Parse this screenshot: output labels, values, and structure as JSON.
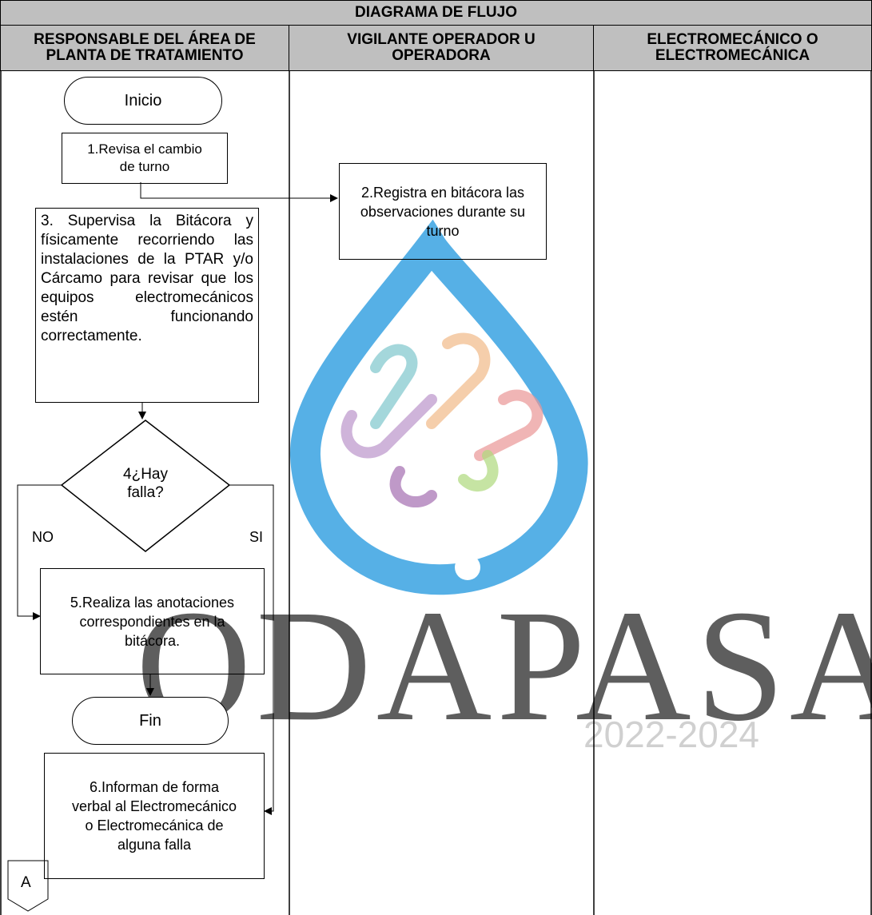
{
  "title": "DIAGRAMA DE FLUJO",
  "lanes": [
    {
      "line1": "RESPONSABLE DEL ÁREA DE",
      "line2": "PLANTA DE TRATAMIENTO"
    },
    {
      "line1": "VIGILANTE OPERADOR U",
      "line2": "OPERADORA"
    },
    {
      "line1": "ELECTROMECÁNICO O",
      "line2": "ELECTROMECÁNICA"
    }
  ],
  "steps": {
    "inicio": "Inicio",
    "step1": "1.Revisa el cambio de turno",
    "step2": "2.Registra en bitácora las observaciones durante su turno",
    "step3": "3. Supervisa la Bitácora y físicamente recorriendo las instalaciones de la PTAR y/o Cárcamo para revisar que los equipos electromecánicos estén funcionando correctamente.",
    "decision_line1": "4¿Hay",
    "decision_line2": "falla?",
    "no_label": "NO",
    "si_label": "SI",
    "step5": "5.Realiza las anotaciones correspondientes en la bitácora.",
    "fin": "Fin",
    "step6": "6.Informan de forma verbal al Electromecánico o Electromecánica de alguna falla",
    "connector": "A"
  },
  "watermark": {
    "text": "ODAPASA",
    "years": "2022-2024",
    "drop_color": "#3aa3e3"
  }
}
